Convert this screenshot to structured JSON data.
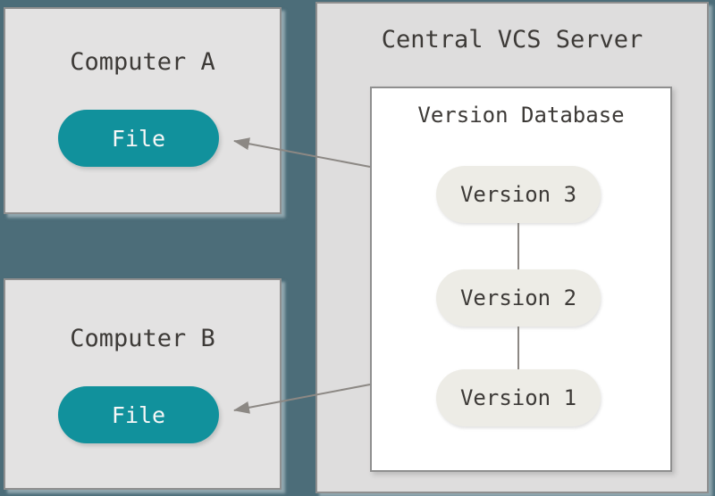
{
  "colors": {
    "bg": "#4c6d79",
    "box-fill": "#e3e2e2",
    "server-fill": "#dedddd",
    "border": "#8f8f8f",
    "white": "#ffffff",
    "pill-teal": "#11919c",
    "pill-version": "#edece6",
    "text-dark": "#3d3a37",
    "text-light": "#f7f7f7",
    "line": "#8c8884"
  },
  "computer_a": {
    "title": "Computer A",
    "file_label": "File"
  },
  "computer_b": {
    "title": "Computer B",
    "file_label": "File"
  },
  "server": {
    "title": "Central VCS Server",
    "database": {
      "title": "Version Database",
      "versions": [
        "Version 3",
        "Version 2",
        "Version 1"
      ]
    }
  }
}
